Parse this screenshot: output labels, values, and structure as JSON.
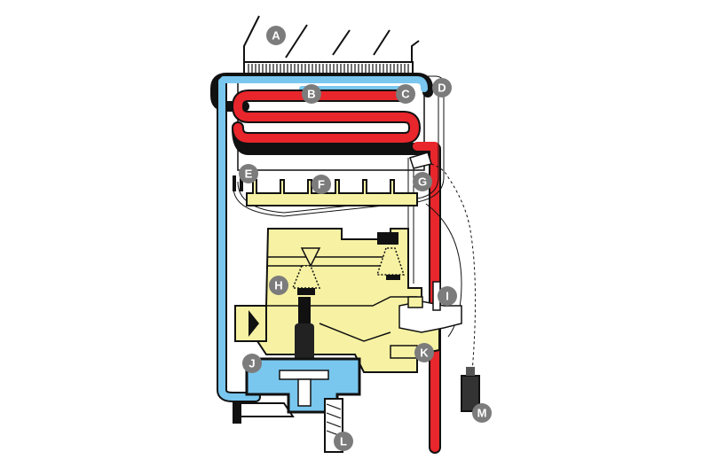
{
  "colors": {
    "cold_water": "#79c7ee",
    "hot_water": "#e8262b",
    "gas_body": "#f7f2a3",
    "outline": "#111111",
    "marker": "#7c7c7c",
    "marker_text": "#ffffff",
    "background": "#ffffff"
  },
  "markers": [
    {
      "id": "A",
      "label": "A"
    },
    {
      "id": "B",
      "label": "B"
    },
    {
      "id": "C",
      "label": "C"
    },
    {
      "id": "D",
      "label": "D"
    },
    {
      "id": "E",
      "label": "E"
    },
    {
      "id": "F",
      "label": "F"
    },
    {
      "id": "G",
      "label": "G"
    },
    {
      "id": "H",
      "label": "H"
    },
    {
      "id": "I",
      "label": "I"
    },
    {
      "id": "J",
      "label": "J"
    },
    {
      "id": "K",
      "label": "K"
    },
    {
      "id": "L",
      "label": "L"
    },
    {
      "id": "M",
      "label": "M"
    }
  ]
}
